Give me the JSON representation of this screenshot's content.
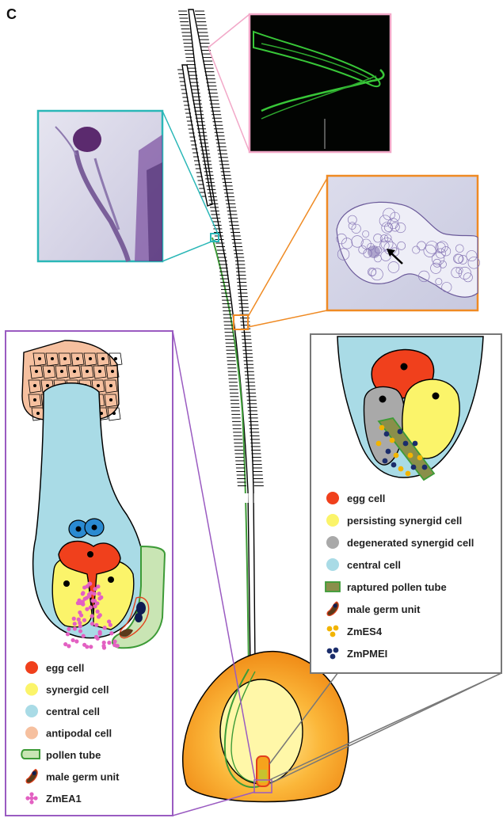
{
  "panel_letter": "C",
  "colors": {
    "egg": "#f0401c",
    "synergid": "#fbf46a",
    "persisting_synergid": "#fbf46a",
    "degenerated_synergid": "#a9a9a9",
    "central": "#a9dbe6",
    "antipodal": "#f6c09f",
    "pollen_tube_fill": "#c9e5b4",
    "pollen_tube_stroke": "#3d9b37",
    "ruptured_tube": "#8a8f4a",
    "zmea1": "#e360c2",
    "zmes4": "#f2b400",
    "zmpmei": "#1b2d6b",
    "nucleus_dark": "#0e1b52",
    "zygote_blue": "#2a8ad1",
    "ovule_outer": "#f7a21b",
    "ovule_inner": "#fff39a",
    "callout_teal": "#2ab7b7",
    "callout_pink": "#f2a8c8",
    "callout_orange": "#ef8a23",
    "callout_purple": "#9a5bc1",
    "callout_gray": "#777777"
  },
  "left_legend": [
    {
      "icon": "egg",
      "label": "egg cell"
    },
    {
      "icon": "synergid",
      "label": "synergid cell"
    },
    {
      "icon": "central",
      "label": "central cell"
    },
    {
      "icon": "antipodal",
      "label": "antipodal cell"
    },
    {
      "icon": "pollen-tube",
      "label": "pollen tube"
    },
    {
      "icon": "male-germ",
      "label": "male germ unit"
    },
    {
      "icon": "zmea1",
      "label": "ZmEA1"
    }
  ],
  "right_legend": [
    {
      "icon": "egg",
      "label": "egg cell"
    },
    {
      "icon": "persisting",
      "label": "persisting synergid cell"
    },
    {
      "icon": "degenerated",
      "label": "degenerated synergid cell"
    },
    {
      "icon": "central",
      "label": "central cell"
    },
    {
      "icon": "ruptured",
      "label": "raptured pollen tube"
    },
    {
      "icon": "male-germ",
      "label": "male germ unit"
    },
    {
      "icon": "zmes4",
      "label": "ZmES4"
    },
    {
      "icon": "zmpmei",
      "label": "ZmPMEI"
    }
  ]
}
